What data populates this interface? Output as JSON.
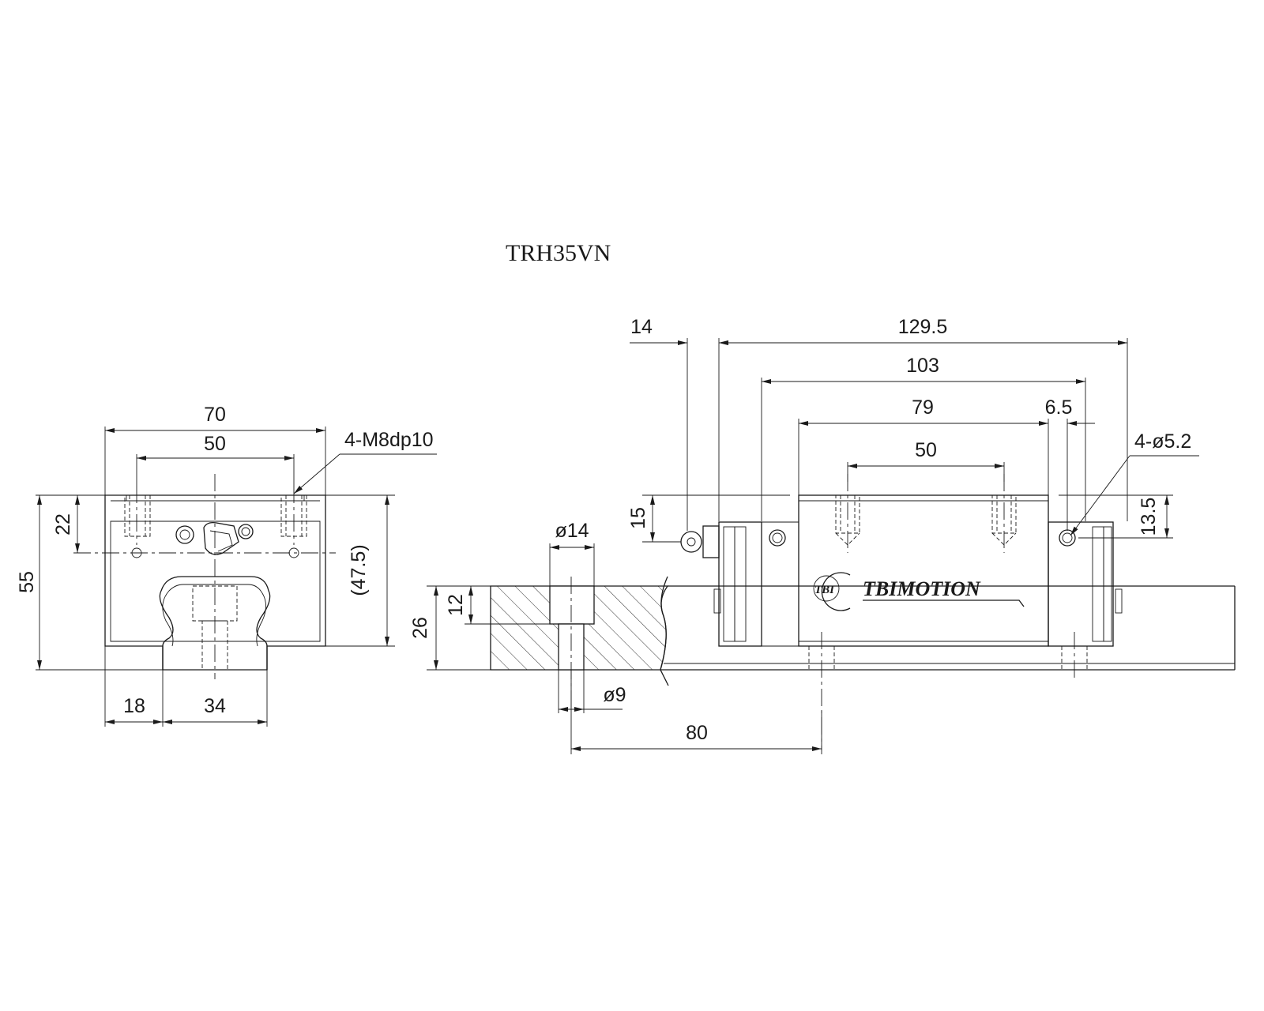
{
  "title": "TRH35VN",
  "brand": {
    "name": "TBIMOTION",
    "mark": "TBI"
  },
  "front_view": {
    "width": "70",
    "hole_pitch": "50",
    "thread_note": "4-M8dp10",
    "height_total": "55",
    "height_block": "(47.5)",
    "top_to_center": "22",
    "side_offset": "18",
    "rail_width": "34"
  },
  "side_view": {
    "nipple_length": "14",
    "overall_length": "129.5",
    "body_length": "103",
    "steel_length": "79",
    "hole_pitch": "50",
    "seal_offset": "6.5",
    "hole_note": "4-ø5.2",
    "nipple_height": "15",
    "hole_height": "13.5",
    "counterbore_dia": "ø14",
    "bolt_hole_dia": "ø9",
    "counterbore_depth": "12",
    "rail_height": "26",
    "rail_pitch": "80"
  },
  "colors": {
    "line": "#1a1a1a",
    "background": "#ffffff"
  }
}
